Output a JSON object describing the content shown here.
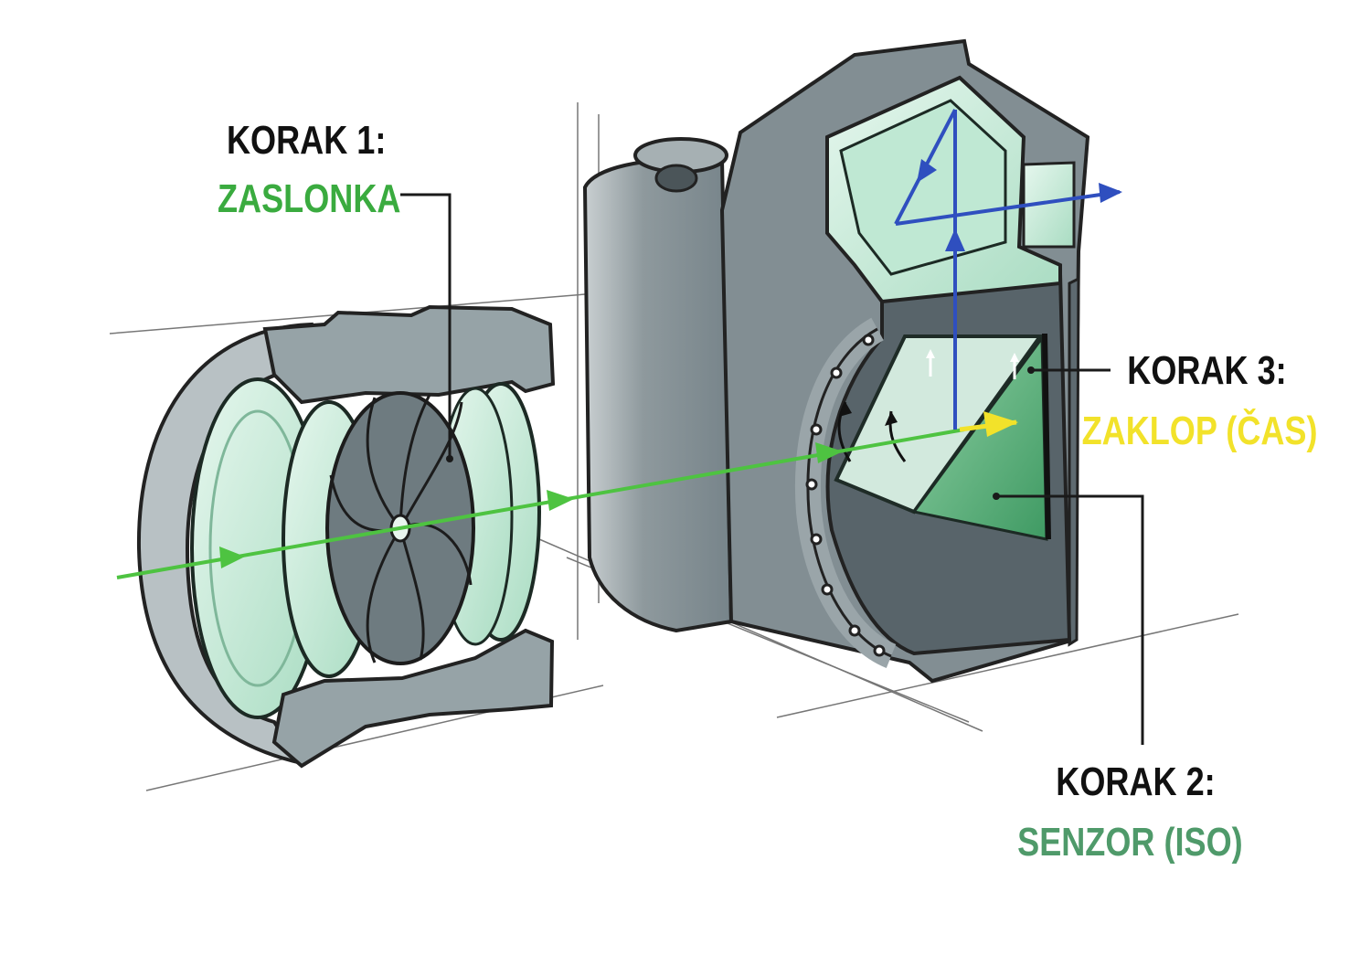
{
  "labels": {
    "step1": {
      "heading": "KORAK 1:",
      "term": "ZASLONKA"
    },
    "step3": {
      "heading": "KORAK 3:",
      "term": "ZAKLOP (ČAS)"
    },
    "step2": {
      "heading": "KORAK 2:",
      "term": "SENZOR (ISO)"
    }
  },
  "colors": {
    "heading": "#111111",
    "zaslonka": "#3aab3f",
    "zaklop": "#f2e22a",
    "senzor": "#4f9a6a",
    "light_path": "#4ec341",
    "viewfinder_path": "#2f4fbf",
    "shutter_arrow": "#f2e22a",
    "body_gray": "#8d989d",
    "glass": "#cfeee0"
  }
}
